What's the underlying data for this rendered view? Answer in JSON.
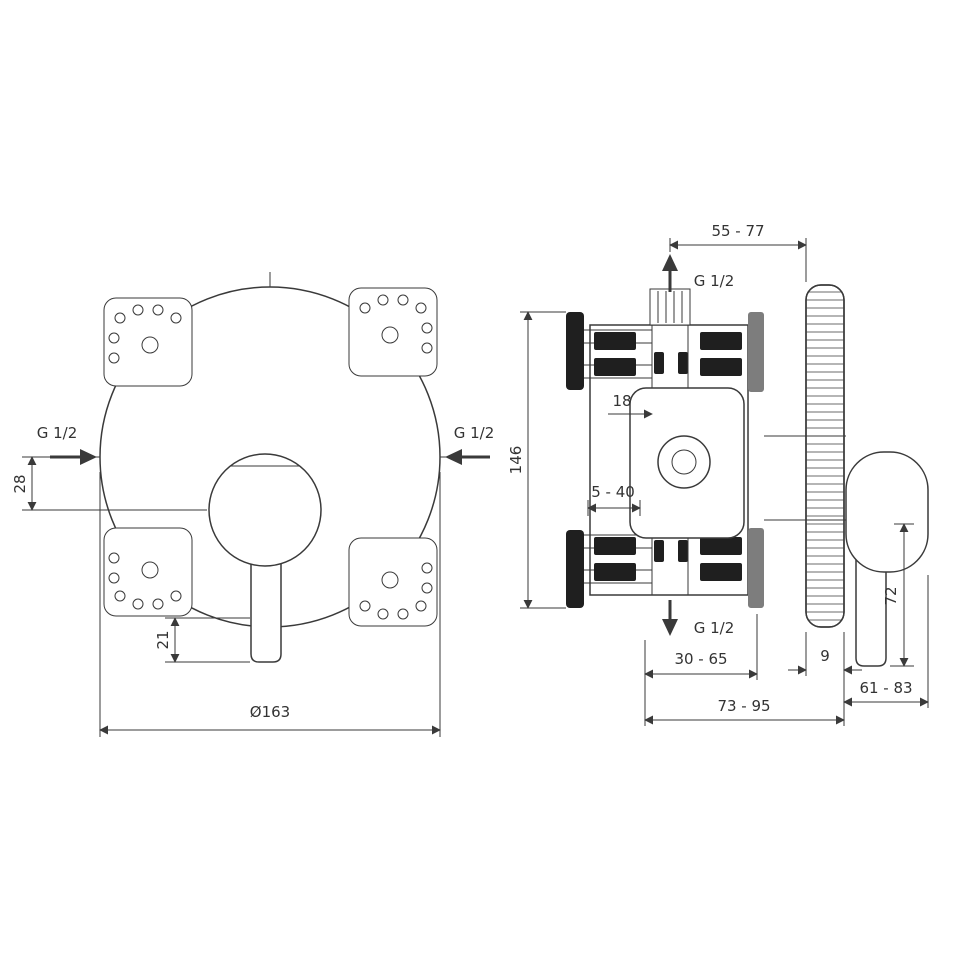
{
  "colors": {
    "line": "#3a3a3a",
    "hatch": "#1f1f1f",
    "flange": "#7d7d7d",
    "background": "#ffffff"
  },
  "front_view": {
    "g_half_left": "G 1/2",
    "g_half_right": "G 1/2",
    "dim_center_offset": "28",
    "dim_lever_offset": "21",
    "dim_diameter": "Ø163"
  },
  "side_view": {
    "dim_depth_min_max": "55 - 77",
    "g_half_top": "G 1/2",
    "dim_cartridge": "18",
    "dim_height": "146",
    "dim_rough_in": "5 - 40",
    "g_half_bottom": "G 1/2",
    "dim_box_depth": "30 - 65",
    "dim_plate": "9",
    "dim_total_depth": "73 - 95",
    "dim_trim_depth": "61 - 83",
    "dim_lever": "72"
  }
}
